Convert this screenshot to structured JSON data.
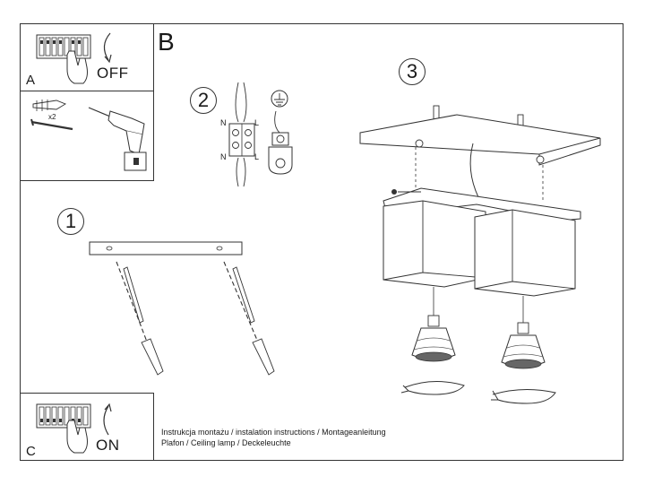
{
  "section_letter": "B",
  "panel_a": {
    "letter": "A",
    "label": "OFF",
    "icon": "circuit-breaker-off-icon"
  },
  "panel_tools": {
    "quantity": "x2",
    "icons": [
      "wall-plug-icon",
      "screw-icon",
      "drill-icon"
    ]
  },
  "panel_c": {
    "letter": "C",
    "label": "ON",
    "icon": "circuit-breaker-on-icon"
  },
  "steps": [
    {
      "number": "1",
      "icon": "mounting-plate-icon"
    },
    {
      "number": "2",
      "icon": "terminal-block-icon",
      "labels": [
        "N",
        "L",
        "N",
        "L"
      ],
      "ground": "ground-icon"
    },
    {
      "number": "3",
      "icon": "ceiling-lamp-assembly-icon"
    }
  ],
  "caption": {
    "line1": "Instrukcja montażu / instalation instructions / Montageanleitung",
    "line2": "Plafon / Ceiling lamp / Deckeleuchte"
  }
}
